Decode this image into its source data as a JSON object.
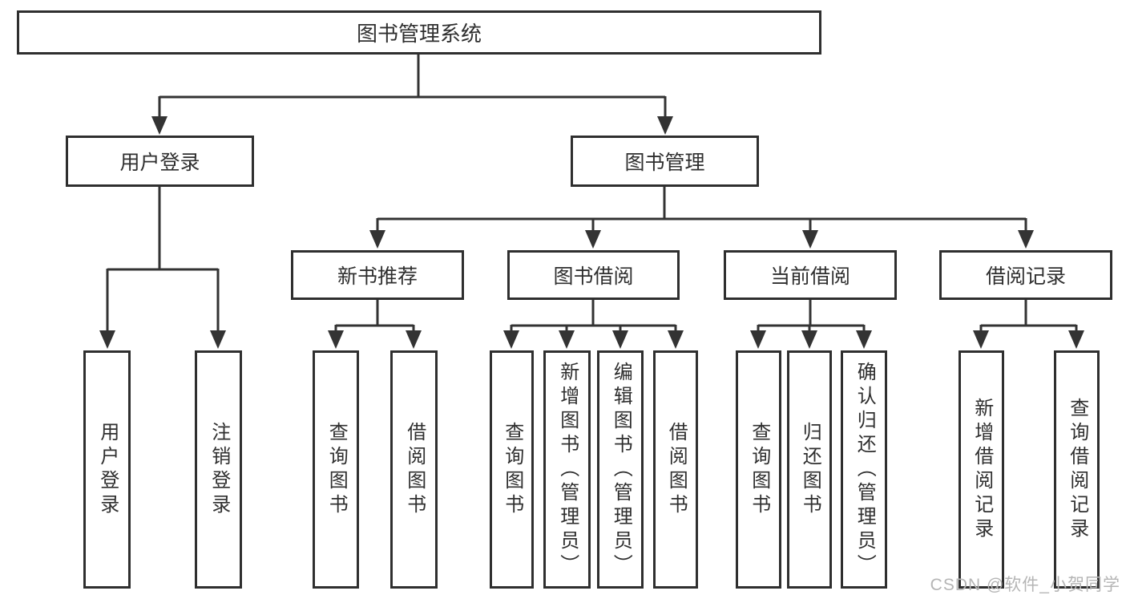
{
  "title": "图书管理系统",
  "tree": {
    "root": "图书管理系统",
    "branches": [
      {
        "label": "用户登录",
        "children": [
          "用户登录",
          "注销登录"
        ]
      },
      {
        "label": "图书管理",
        "sections": [
          {
            "label": "新书推荐",
            "children": [
              "查询图书",
              "借阅图书"
            ]
          },
          {
            "label": "图书借阅",
            "children": [
              "查询图书",
              "新增图书（管理员）",
              "编辑图书（管理员）",
              "借阅图书"
            ]
          },
          {
            "label": "当前借阅",
            "children": [
              "查询图书",
              "归还图书",
              "确认归还（管理员）"
            ]
          },
          {
            "label": "借阅记录",
            "children": [
              "新增借阅记录",
              "查询借阅记录"
            ]
          }
        ]
      }
    ]
  },
  "watermark": "CSDN @软件_小贺同学",
  "colors": {
    "line": "#333333",
    "border": "#2f2f2f",
    "text": "#2f2f2f",
    "watermark": "#b5b5b5",
    "background": "#ffffff"
  }
}
